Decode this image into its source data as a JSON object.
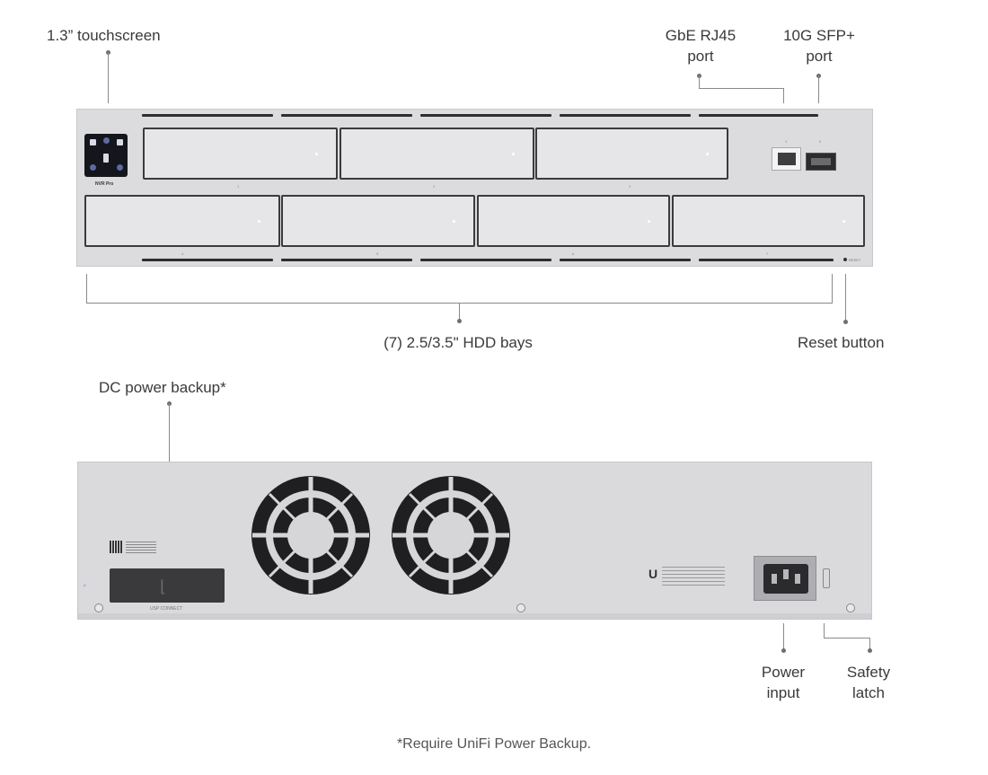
{
  "labels": {
    "touchscreen": "1.3” touchscreen",
    "gbe_line1": "GbE RJ45",
    "gbe_line2": "port",
    "sfp_line1": "10G SFP+",
    "sfp_line2": "port",
    "hdd_bays": "(7) 2.5/3.5\" HDD bays",
    "reset": "Reset button",
    "dc_backup": "DC power backup*",
    "power_line1": "Power",
    "power_line2": "input",
    "latch_line1": "Safety",
    "latch_line2": "latch",
    "footnote": "*Require UniFi Power Backup."
  },
  "device": {
    "model": "NVR Pro",
    "reset_text": "RESET",
    "usp_text": "USP CONNECT",
    "port_numbers": [
      "1",
      "2"
    ],
    "bay_numbers": [
      "1",
      "2",
      "3",
      "4",
      "5",
      "6",
      "7"
    ]
  },
  "icons": [
    "touchscreen-icon",
    "ethernet-port-icon",
    "sfp-port-icon",
    "fan-icon",
    "power-socket-icon",
    "ubiquiti-logo-icon"
  ]
}
